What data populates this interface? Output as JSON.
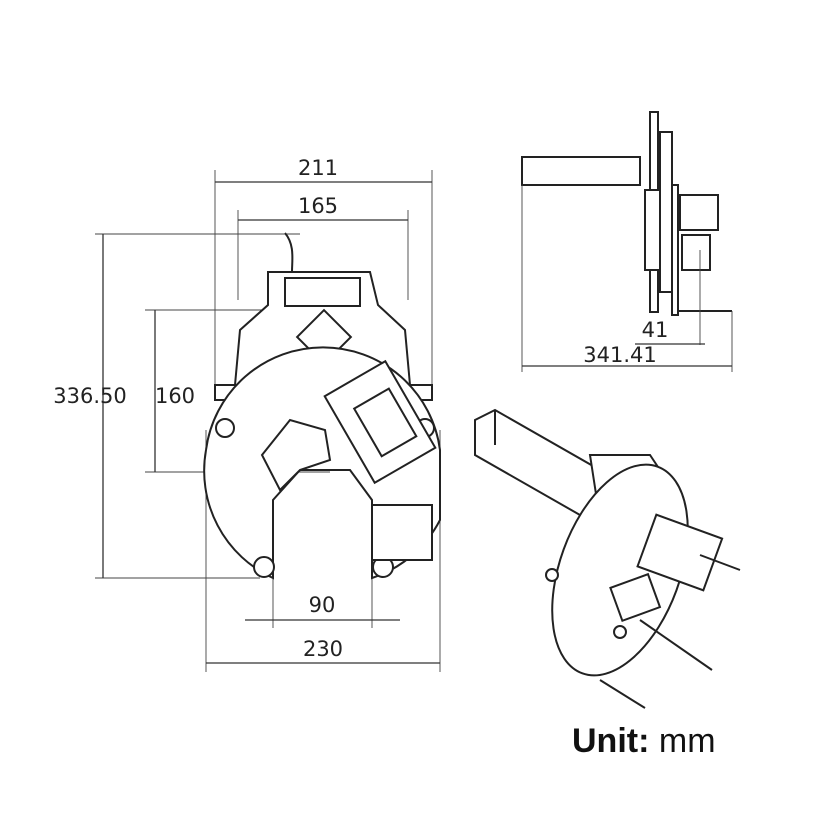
{
  "front_view": {
    "dims": {
      "overall_width": "211",
      "inner_width": "165",
      "overall_height": "336.50",
      "inner_height": "160",
      "slot_width": "90",
      "base_width": "230"
    }
  },
  "side_view": {
    "dims": {
      "offset": "41",
      "overall_length": "341.41"
    }
  },
  "unit": {
    "label": "Unit:",
    "value": "mm"
  }
}
